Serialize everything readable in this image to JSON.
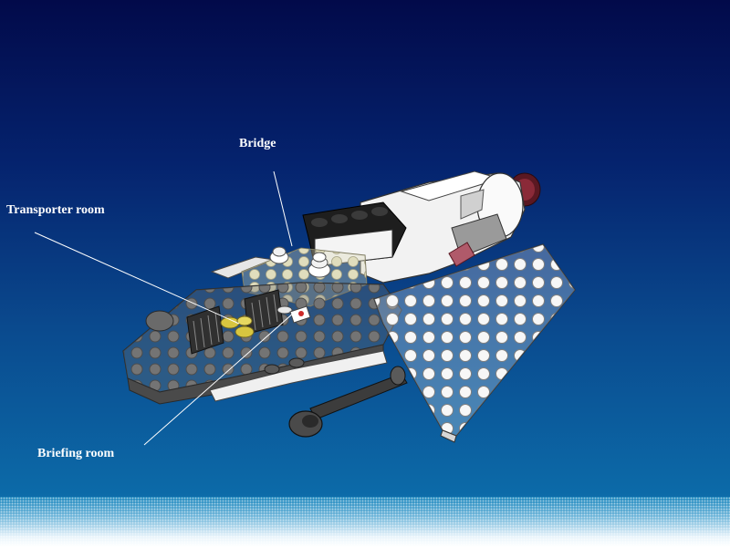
{
  "labels": {
    "bridge": "Bridge",
    "transporter_room": "Transporter room",
    "briefing_room": "Briefing room"
  },
  "colors": {
    "background_top": "#020a4a",
    "background_bottom": "#1a86bd",
    "hull_dark_gray": "#6b6b6b",
    "hull_white": "#f2f2f2",
    "plate_tan": "#d9d6b4",
    "roof_black": "#1a1a1a",
    "engine_red": "#6e1f2a",
    "label_text": "#ffffff"
  }
}
